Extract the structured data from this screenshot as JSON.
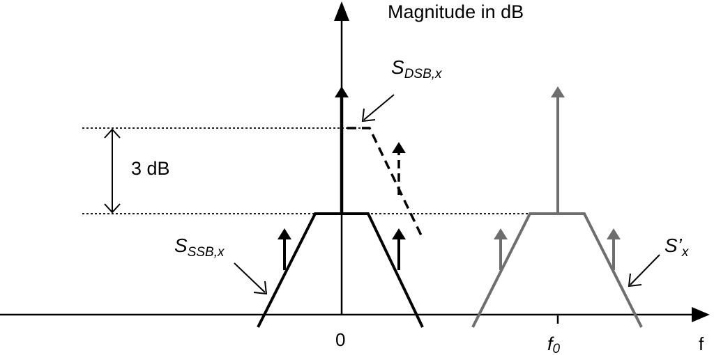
{
  "labels": {
    "y_axis": "Magnitude in dB",
    "x_axis": "f",
    "origin_tick": "0",
    "f0_main": "f",
    "f0_sub": "0",
    "gap": "3 dB",
    "ssb_main": "S",
    "ssb_sub": "SSB,x",
    "dsb_main": "S",
    "dsb_sub": "DSB,x",
    "sprime_main": "S’",
    "sprime_sub": "x"
  },
  "colors": {
    "axis": "#000000",
    "baseband": "#000000",
    "shifted": "#6e6e6e"
  },
  "icons": [
    "arrow-head-icon"
  ]
}
